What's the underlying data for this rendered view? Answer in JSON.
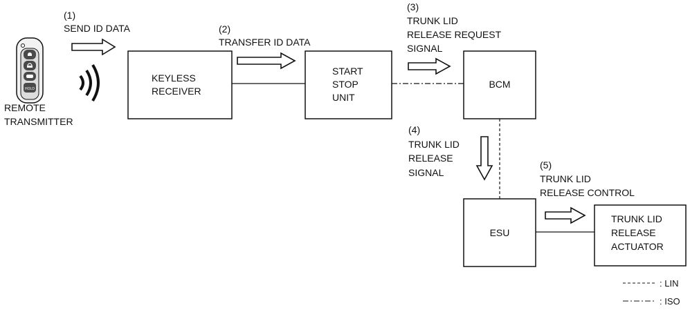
{
  "remote": {
    "label_line1": "REMOTE",
    "label_line2": "TRANSMITTER",
    "hold_text": "HOLD"
  },
  "steps": {
    "step1": {
      "number": "(1)",
      "line1": "SEND ID DATA"
    },
    "step2": {
      "number": "(2)",
      "line1": "TRANSFER ID DATA"
    },
    "step3": {
      "number": "(3)",
      "line1": "TRUNK LID",
      "line2": "RELEASE REQUEST",
      "line3": "SIGNAL"
    },
    "step4": {
      "number": "(4)",
      "line1": "TRUNK LID",
      "line2": "RELEASE",
      "line3": "SIGNAL"
    },
    "step5": {
      "number": "(5)",
      "line1": "TRUNK LID",
      "line2": "RELEASE CONTROL"
    }
  },
  "boxes": {
    "keyless": {
      "line1": "KEYLESS",
      "line2": "RECEIVER"
    },
    "start_stop": {
      "line1": "START",
      "line2": "STOP",
      "line3": "UNIT"
    },
    "bcm": {
      "line1": "BCM"
    },
    "esu": {
      "line1": "ESU"
    },
    "actuator": {
      "line1": "TRUNK LID",
      "line2": "RELEASE",
      "line3": "ACTUATOR"
    }
  },
  "legend": {
    "lin": {
      "symbol": "------",
      "label": ": LIN"
    },
    "iso": {
      "symbol": "–·–·–",
      "label": ": ISO"
    }
  },
  "colors": {
    "line": "#111111",
    "fob_body": "#f2f2f2",
    "fob_button": "#4a4a4a"
  }
}
